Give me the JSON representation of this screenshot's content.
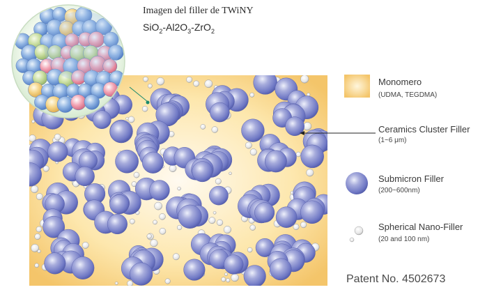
{
  "header": {
    "title": "Imagen del filler de TWiNY",
    "formula_parts": [
      "SiO",
      "2",
      "-Al2O",
      "3",
      "-ZrO",
      "2"
    ]
  },
  "legend": {
    "monomer": {
      "label": "Monomero",
      "detail": "(UDMA, TEGDMA)",
      "color": "#f7c96a"
    },
    "ceramics": {
      "label": "Ceramics Cluster Filler",
      "detail": "(1~6 μm)"
    },
    "submicron": {
      "label": "Submicron Filler",
      "detail": "(200~600nm)",
      "color": "#6e77c4"
    },
    "nano": {
      "label": "Spherical Nano-Filler",
      "detail": "(20 and 100 nm)"
    }
  },
  "footer": {
    "patent": "Patent No. 4502673"
  },
  "colors": {
    "matrix_edge": "#f4c56a",
    "matrix_center": "#fff6dc",
    "particle_light": "#dfe2f8",
    "particle_dark": "#4f58a6",
    "nano_fill": "#f5f5f5",
    "leader_line": "#222222",
    "pointer_line": "#1a8a6e"
  }
}
